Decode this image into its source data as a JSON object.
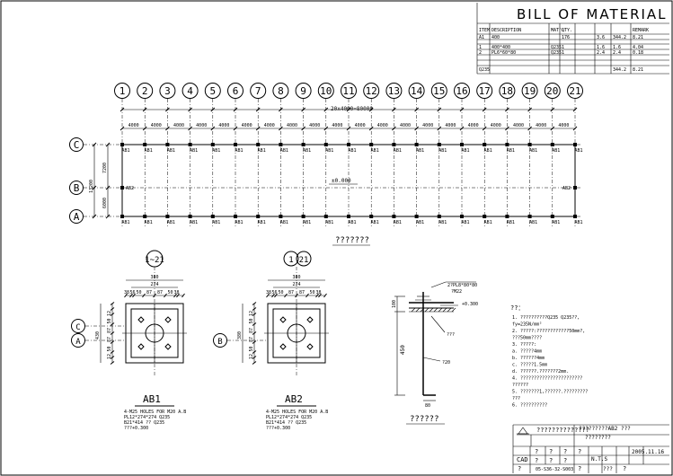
{
  "bom": {
    "title": "BILL  OF  MATERIAL",
    "headers": [
      "ITEM",
      "DESCRIPTION",
      "MAT'L",
      "QTY.",
      "",
      "",
      "",
      "REMARK"
    ],
    "rows": [
      [
        "A1",
        "400",
        "",
        "176",
        "",
        "3.6",
        "344.2",
        "8.21"
      ],
      [
        "1",
        "400*400",
        "Q235",
        "1",
        "",
        "1.6",
        "1.6",
        "4.04"
      ],
      [
        "2",
        "PL6*60*80",
        "Q235",
        "1",
        "",
        "2.4",
        "2.4",
        "0.18"
      ],
      [
        "Q235",
        "",
        "",
        "",
        "",
        "",
        "344.2",
        "8.21"
      ]
    ]
  },
  "grid": {
    "columns": [
      "1",
      "2",
      "3",
      "4",
      "5",
      "6",
      "7",
      "8",
      "9",
      "10",
      "11",
      "12",
      "13",
      "14",
      "15",
      "16",
      "17",
      "18",
      "19",
      "20",
      "21"
    ],
    "rows": [
      "C",
      "B",
      "A"
    ],
    "span_label": "4000",
    "total_label": "20x4000=80000",
    "bay_labels": [
      "7200",
      "6000"
    ],
    "total_width_label": "13200",
    "anchor_label": "AB1",
    "anchor_label_b": "AB2",
    "elevation_label": "±0.000",
    "plan_title": "???????"
  },
  "detail1": {
    "axis_label": "1~21",
    "row_labels": [
      "C",
      "A"
    ],
    "dim_top": "380",
    "dim_mid": "274",
    "dim_small": [
      "38",
      "56",
      "50",
      "87",
      "87",
      "50",
      "38"
    ],
    "dim_side": [
      "430",
      "12",
      "50",
      "87",
      "87",
      "50",
      "12"
    ],
    "title": "AB1",
    "notes": [
      "4-M25 HOLES FOR M20 A.B",
      "PL12*274*274 Q235",
      "B21*414 ?? Q235",
      "???+0.300"
    ]
  },
  "detail2": {
    "axis_label_1": "1",
    "axis_label_2": "21",
    "row_label": "B",
    "dim_top": "380",
    "dim_mid": "274",
    "dim_small": [
      "38",
      "56",
      "50",
      "87",
      "87",
      "50",
      "38"
    ],
    "dim_side": [
      "380",
      "12",
      "50",
      "87",
      "87",
      "50",
      "12"
    ],
    "title": "AB2",
    "notes": [
      "4-M25 HOLES FOR M20 A.B",
      "PL12*274*274 Q235",
      "B21*414 ?? Q235",
      "???+0.300"
    ]
  },
  "detail3": {
    "callout": "2?PL8*80*80",
    "callout2": "?M22",
    "elev": "+0.300",
    "dims": [
      "100",
      "450",
      "80"
    ],
    "rod_label": "?20",
    "rod_label2": "???",
    "title": "??????"
  },
  "notes": {
    "heading": "??：",
    "items": [
      "1. ??????????Q235 Q235??,",
      "   fy=235N/mm²",
      "2. ?????:????????????50mm?,",
      "   ???50mm????",
      "3. ?????:",
      "   a. ?????4mm",
      "   b. ??????4mm",
      "   c. ?????1.5mm",
      "   d. ??????.???????2mm.",
      "4. ???????????????????????",
      "   ??????",
      "5. ???????1,??????.?????????",
      "   ???",
      "6. ??????????"
    ]
  },
  "titleblock": {
    "project": "??????????????",
    "drawing": "?????????AB2 ???",
    "drawing2": "????????",
    "cad": "CAD",
    "marks": [
      "?",
      "?",
      "?",
      "?"
    ],
    "scale": "N.T.S",
    "date": "2005.11.16",
    "number": "05-S36-32-S003",
    "sheet": "???",
    "rev": "?"
  },
  "colors": {
    "line": "#000000",
    "background": "#ffffff"
  }
}
